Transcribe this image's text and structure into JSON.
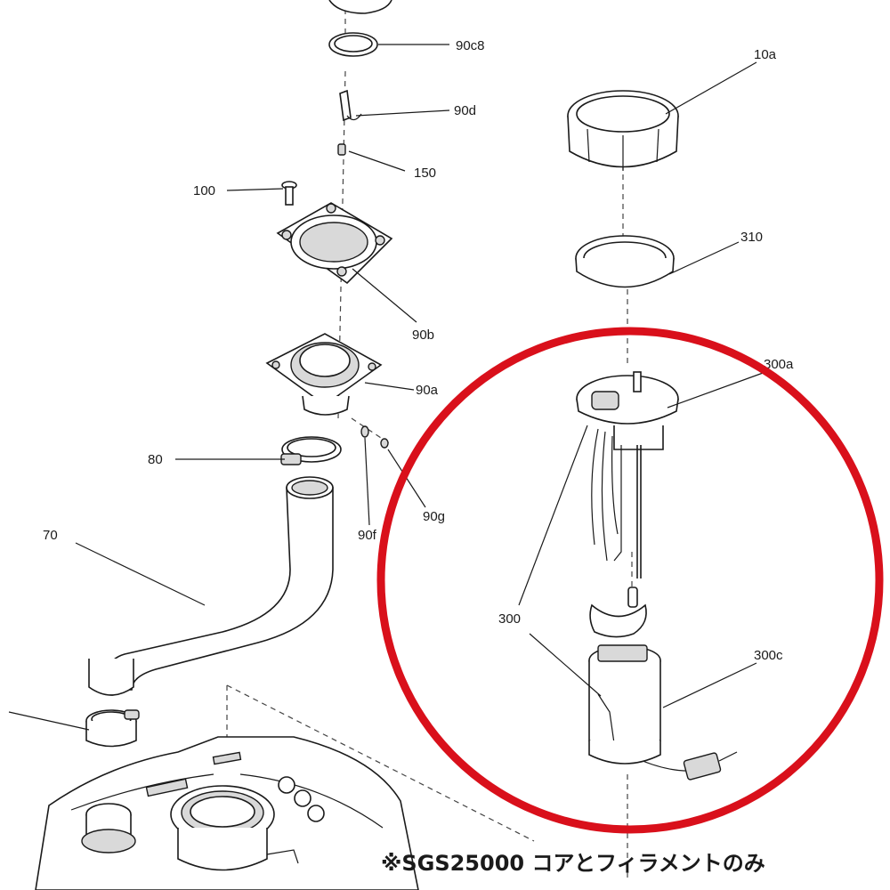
{
  "diagram": {
    "labels": {
      "p90c8": "90c8",
      "p90d": "90d",
      "p150": "150",
      "p100": "100",
      "p90b": "90b",
      "p90a": "90a",
      "p80": "80",
      "p90f": "90f",
      "p90g": "90g",
      "p70": "70",
      "p10a": "10a",
      "p310": "310",
      "p300a": "300a",
      "p300": "300",
      "p300c": "300c"
    },
    "note": "※SGS25000 コアとフィラメントのみ",
    "highlight_color": "#d9101b"
  }
}
